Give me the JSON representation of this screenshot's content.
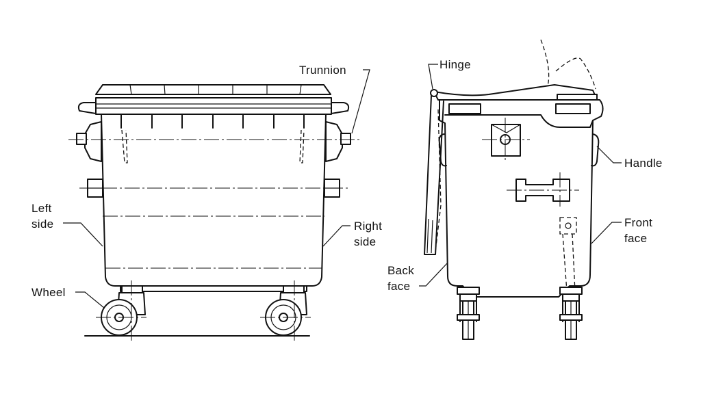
{
  "diagram": {
    "labels": {
      "trunnion": "Trunnion",
      "left_side": [
        "Left",
        "side"
      ],
      "right_side": [
        "Right",
        "side"
      ],
      "wheel": "Wheel",
      "hinge": "Hinge",
      "handle": "Handle",
      "back_face": [
        "Back",
        "face"
      ],
      "front_face": [
        "Front",
        "face"
      ]
    },
    "colors": {
      "line": "#111111",
      "background": "#ffffff"
    }
  }
}
